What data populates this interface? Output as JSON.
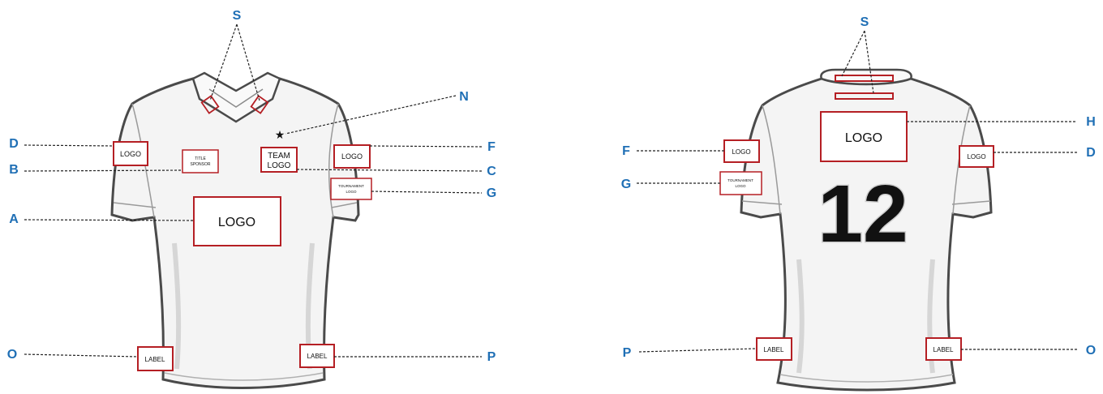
{
  "colors": {
    "callout": "#1f6fb5",
    "box_stroke": "#b51f24",
    "shirt_outline": "#4a4a4a",
    "shirt_fill": "#f4f4f4",
    "number_fill": "#111111"
  },
  "front": {
    "callouts": {
      "S": "S",
      "N": "N",
      "D": "D",
      "F": "F",
      "B": "B",
      "C": "C",
      "G": "G",
      "A": "A",
      "O": "O",
      "P": "P"
    },
    "boxes": {
      "left_sleeve_logo": "LOGO",
      "title_sponsor_line1": "TITLE",
      "title_sponsor_line2": "SPONSOR",
      "team_logo_line1": "TEAM",
      "team_logo_line2": "LOGO",
      "right_sleeve_logo": "LOGO",
      "tournament_logo_line1": "TOURNAMENT",
      "tournament_logo_line2": "LOGO",
      "chest_logo": "LOGO",
      "label_left": "LABEL",
      "label_right": "LABEL"
    }
  },
  "back": {
    "callouts": {
      "S": "S",
      "H": "H",
      "F": "F",
      "D": "D",
      "G": "G",
      "P": "P",
      "O": "O"
    },
    "boxes": {
      "back_logo": "LOGO",
      "left_sleeve_logo": "LOGO",
      "tournament_logo_line1": "TOURNAMENT",
      "tournament_logo_line2": "LOGO",
      "right_sleeve_logo": "LOGO",
      "label_left": "LABEL",
      "label_right": "LABEL"
    },
    "player_number": "12"
  }
}
